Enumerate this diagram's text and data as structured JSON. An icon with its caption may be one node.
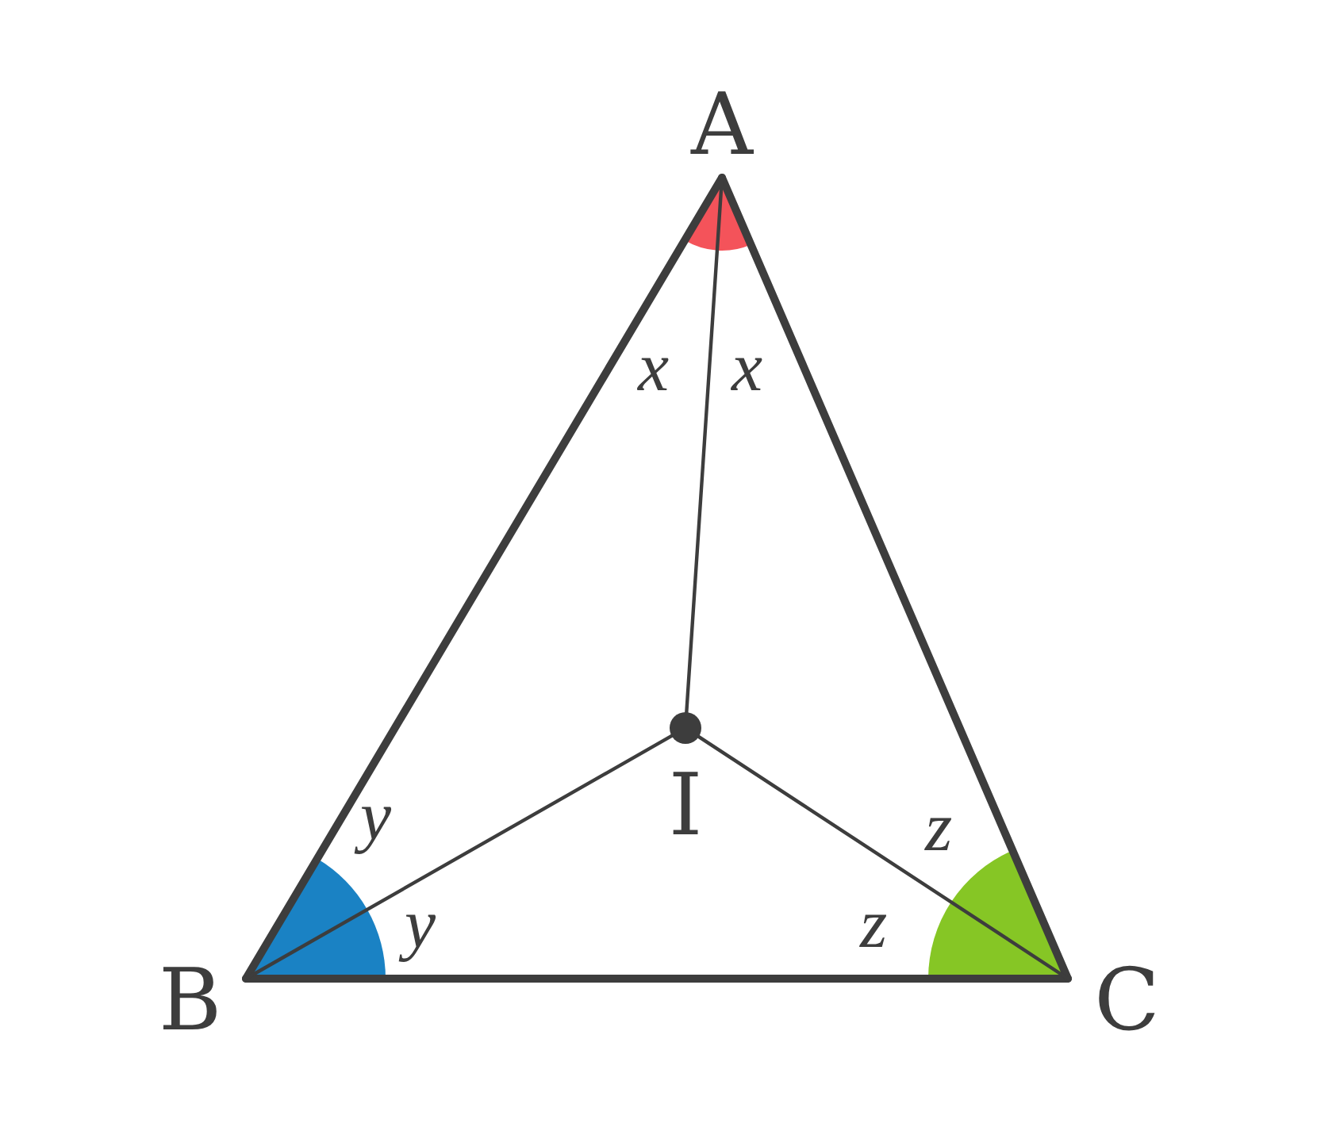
{
  "diagram": {
    "nodes": [
      {
        "text": [
          "A"
        ]
      },
      {
        "text": [
          "B"
        ]
      },
      {
        "text": [
          "C"
        ]
      },
      {
        "text": [
          "I"
        ]
      }
    ],
    "edges": [
      {
        "from": 0,
        "to": 1,
        "arrow": "none",
        "style": "thick"
      },
      {
        "from": 1,
        "to": 2,
        "arrow": "none",
        "style": "thick"
      },
      {
        "from": 2,
        "to": 0,
        "arrow": "none",
        "style": "thick"
      },
      {
        "from": 0,
        "to": 3,
        "arrow": "none"
      },
      {
        "from": 1,
        "to": 3,
        "arrow": "none"
      },
      {
        "from": 2,
        "to": 3,
        "arrow": "none"
      }
    ],
    "labels": [
      "x",
      "x",
      "y",
      "y",
      "z",
      "z"
    ]
  }
}
